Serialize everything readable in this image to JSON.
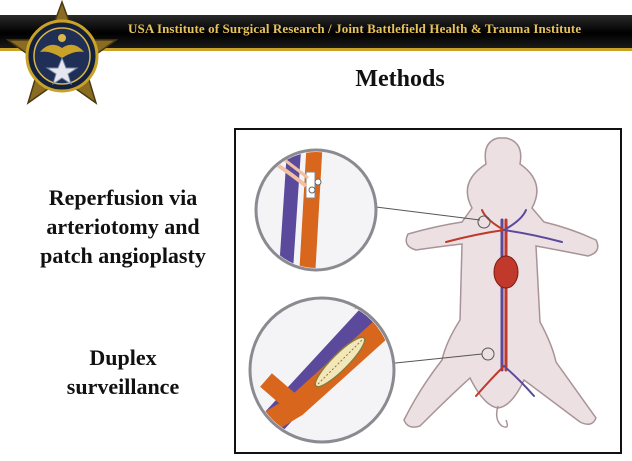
{
  "header": {
    "title": "USA Institute of Surgical Research / Joint Battlefield Health & Trauma Institute"
  },
  "slide": {
    "title": "Methods",
    "bullets": [
      {
        "lines": [
          "Reperfusion via",
          "arteriotomy and",
          "patch angioplasty"
        ]
      },
      {
        "lines": [
          "Duplex",
          "surveillance"
        ]
      }
    ]
  },
  "colors": {
    "header_bg": "#000000",
    "header_text": "#e8c25a",
    "artery": "#d8661c",
    "vein": "#5b4a9c",
    "body": "#ece0e2"
  },
  "icons": {
    "seal": "institute-seal-icon"
  }
}
